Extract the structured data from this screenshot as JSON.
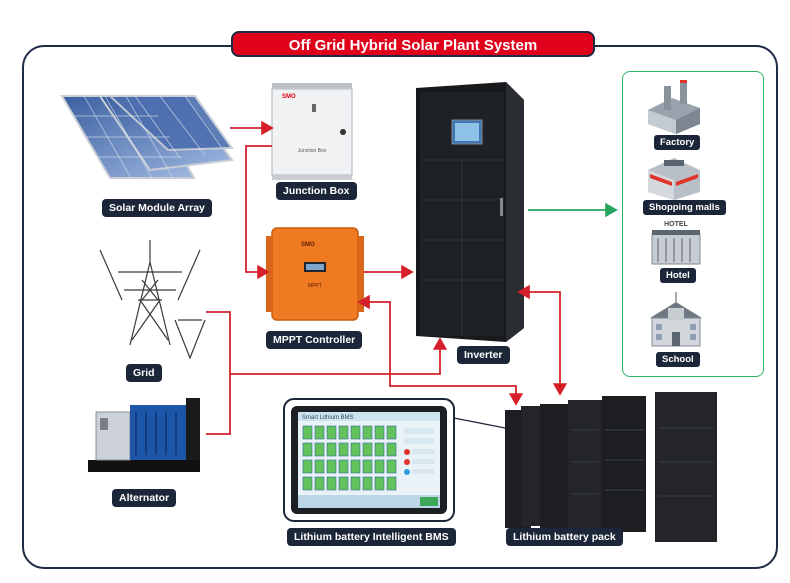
{
  "title": "Off Grid Hybrid Solar Plant System",
  "components": {
    "solar_array": "Solar Module Array",
    "junction_box": "Junction Box",
    "mppt": "MPPT Controller",
    "inverter": "Inverter",
    "grid": "Grid",
    "alternator": "Alternator",
    "bms": "Lithium battery Intelligent BMS",
    "battery_pack": "Lithium battery pack"
  },
  "destinations": [
    "Factory",
    "Shopping malls",
    "Hotel",
    "School"
  ],
  "device_text": {
    "jb_brand": "SMO",
    "jb_plate": "Junction Box",
    "mppt_brand": "SMO",
    "mppt_model": "MPPT",
    "bms_header": "Smart Lithium BMS",
    "hotel_sign": "HOTEL"
  },
  "colors": {
    "accent_red": "#e0001b",
    "flow_red": "#d3202a",
    "flow_green": "#25a55f",
    "label_bg": "#1b2638",
    "frame": "#1f2a44",
    "mppt_orange": "#f07a22"
  }
}
